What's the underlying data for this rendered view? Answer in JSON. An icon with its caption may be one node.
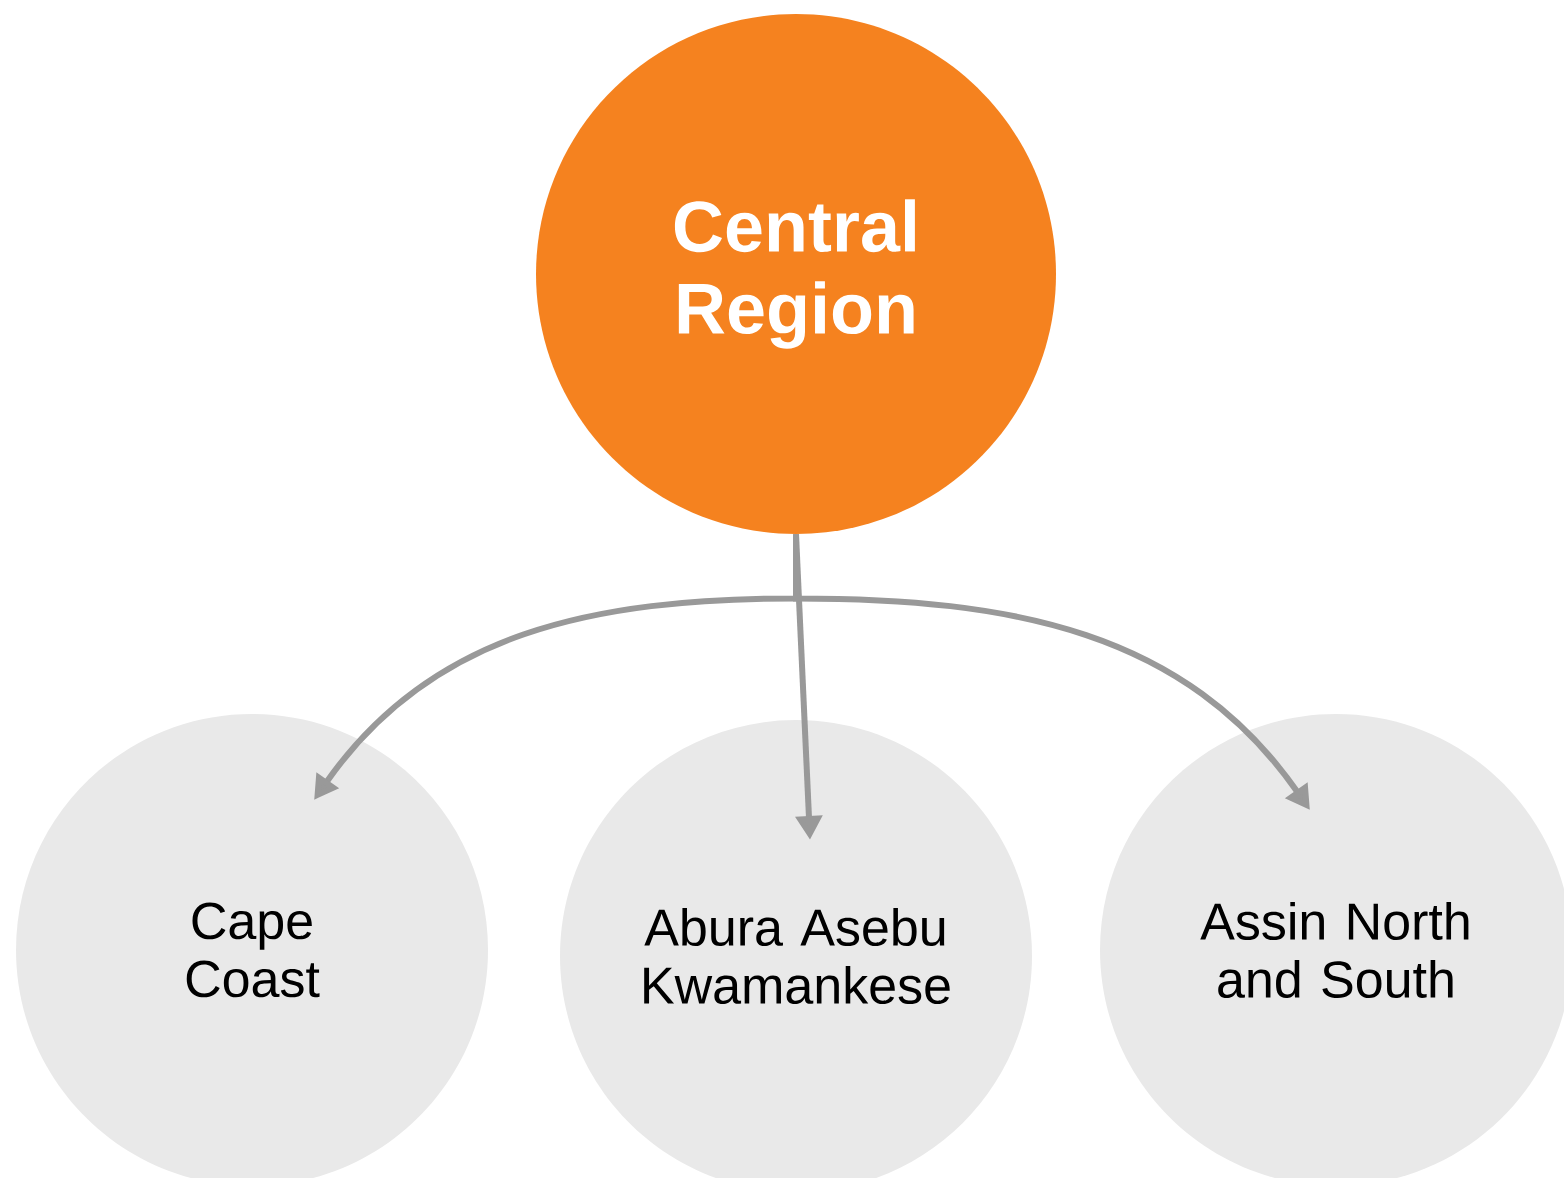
{
  "diagram": {
    "nodes": [
      {
        "text": [
          "Central Region"
        ]
      },
      {
        "text": [
          "Cape Coast"
        ]
      },
      {
        "text": [
          "Abura Asebu Kwamankese"
        ]
      },
      {
        "text": [
          "Assin North and South"
        ]
      }
    ],
    "edges": [
      {
        "from": 0,
        "to": 1,
        "arrow": "to"
      },
      {
        "from": 0,
        "to": 2,
        "arrow": "to"
      },
      {
        "from": 0,
        "to": 3,
        "arrow": "to"
      }
    ]
  }
}
